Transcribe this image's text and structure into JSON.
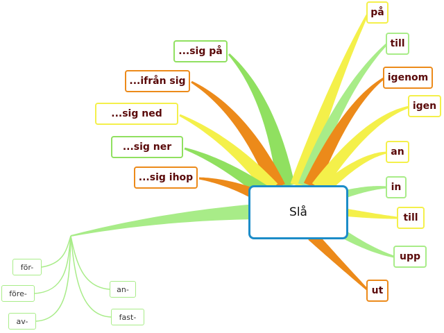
{
  "center": {
    "label": "Slå"
  },
  "left_branches": [
    {
      "label": "...sig på"
    },
    {
      "label": "...ifrån sig"
    },
    {
      "label": "...sig ned"
    },
    {
      "label": "...sig ner"
    },
    {
      "label": "...sig ihop"
    }
  ],
  "right_branches": [
    {
      "label": "på"
    },
    {
      "label": "till"
    },
    {
      "label": "igenom"
    },
    {
      "label": "igen"
    },
    {
      "label": "an"
    },
    {
      "label": "in"
    },
    {
      "label": "till"
    },
    {
      "label": "upp"
    },
    {
      "label": "ut"
    }
  ],
  "prefixes": [
    {
      "label": "för-"
    },
    {
      "label": "före-"
    },
    {
      "label": "av-"
    },
    {
      "label": "an-"
    },
    {
      "label": "fast-"
    }
  ],
  "colors": {
    "yellow": "#f4f04a",
    "orange": "#ec8a1a",
    "green": "#90e060",
    "light_green": "#a8ec88",
    "center_border": "#1c8cc8",
    "text": "#5a0a0a"
  }
}
